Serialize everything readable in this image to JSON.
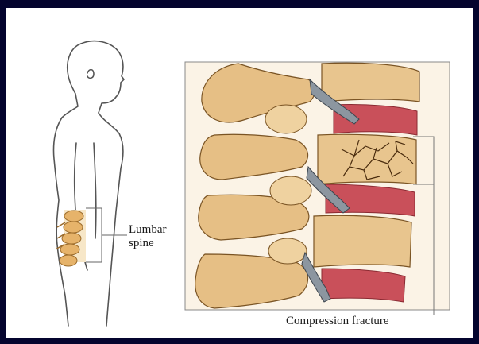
{
  "labels": {
    "lumbar_line1": "Lumbar",
    "lumbar_line2": "spine",
    "compression": "Compression fracture"
  },
  "colors": {
    "background": "#04042e",
    "panel": "#ffffff",
    "bone": "#e8c58e",
    "bone_shadow": "#b98a4a",
    "disc": "#c9505a",
    "nerve": "#6f7a86",
    "outline": "#3a3a3a"
  }
}
